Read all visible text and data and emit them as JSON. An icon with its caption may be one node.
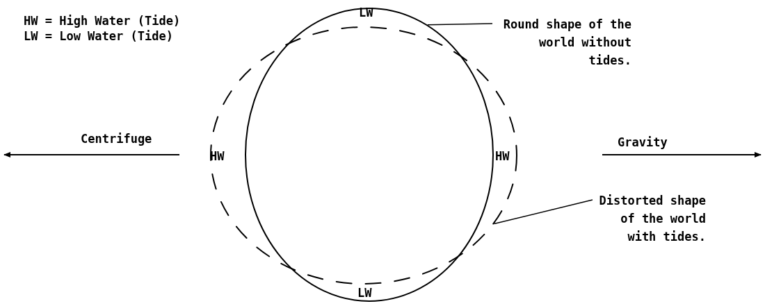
{
  "diagram": {
    "nodes": [
      {
        "text": [
          "Round shape of the world without tides."
        ]
      },
      {
        "text": [],
        "shape": "circle"
      },
      {
        "text": [
          "Distorted shape of the world with tides."
        ]
      },
      {
        "text": [],
        "shape": "ellipse"
      }
    ],
    "edges": [
      {
        "from": 0,
        "to": 1,
        "arrow": "none"
      },
      {
        "from": 2,
        "to": 3,
        "arrow": "none"
      }
    ],
    "labels": [
      "HW = High Water (Tide)",
      "LW = Low Water (Tide)",
      "LW",
      "Centrifuge",
      "HW",
      "HW",
      "Gravity",
      "LW"
    ]
  }
}
